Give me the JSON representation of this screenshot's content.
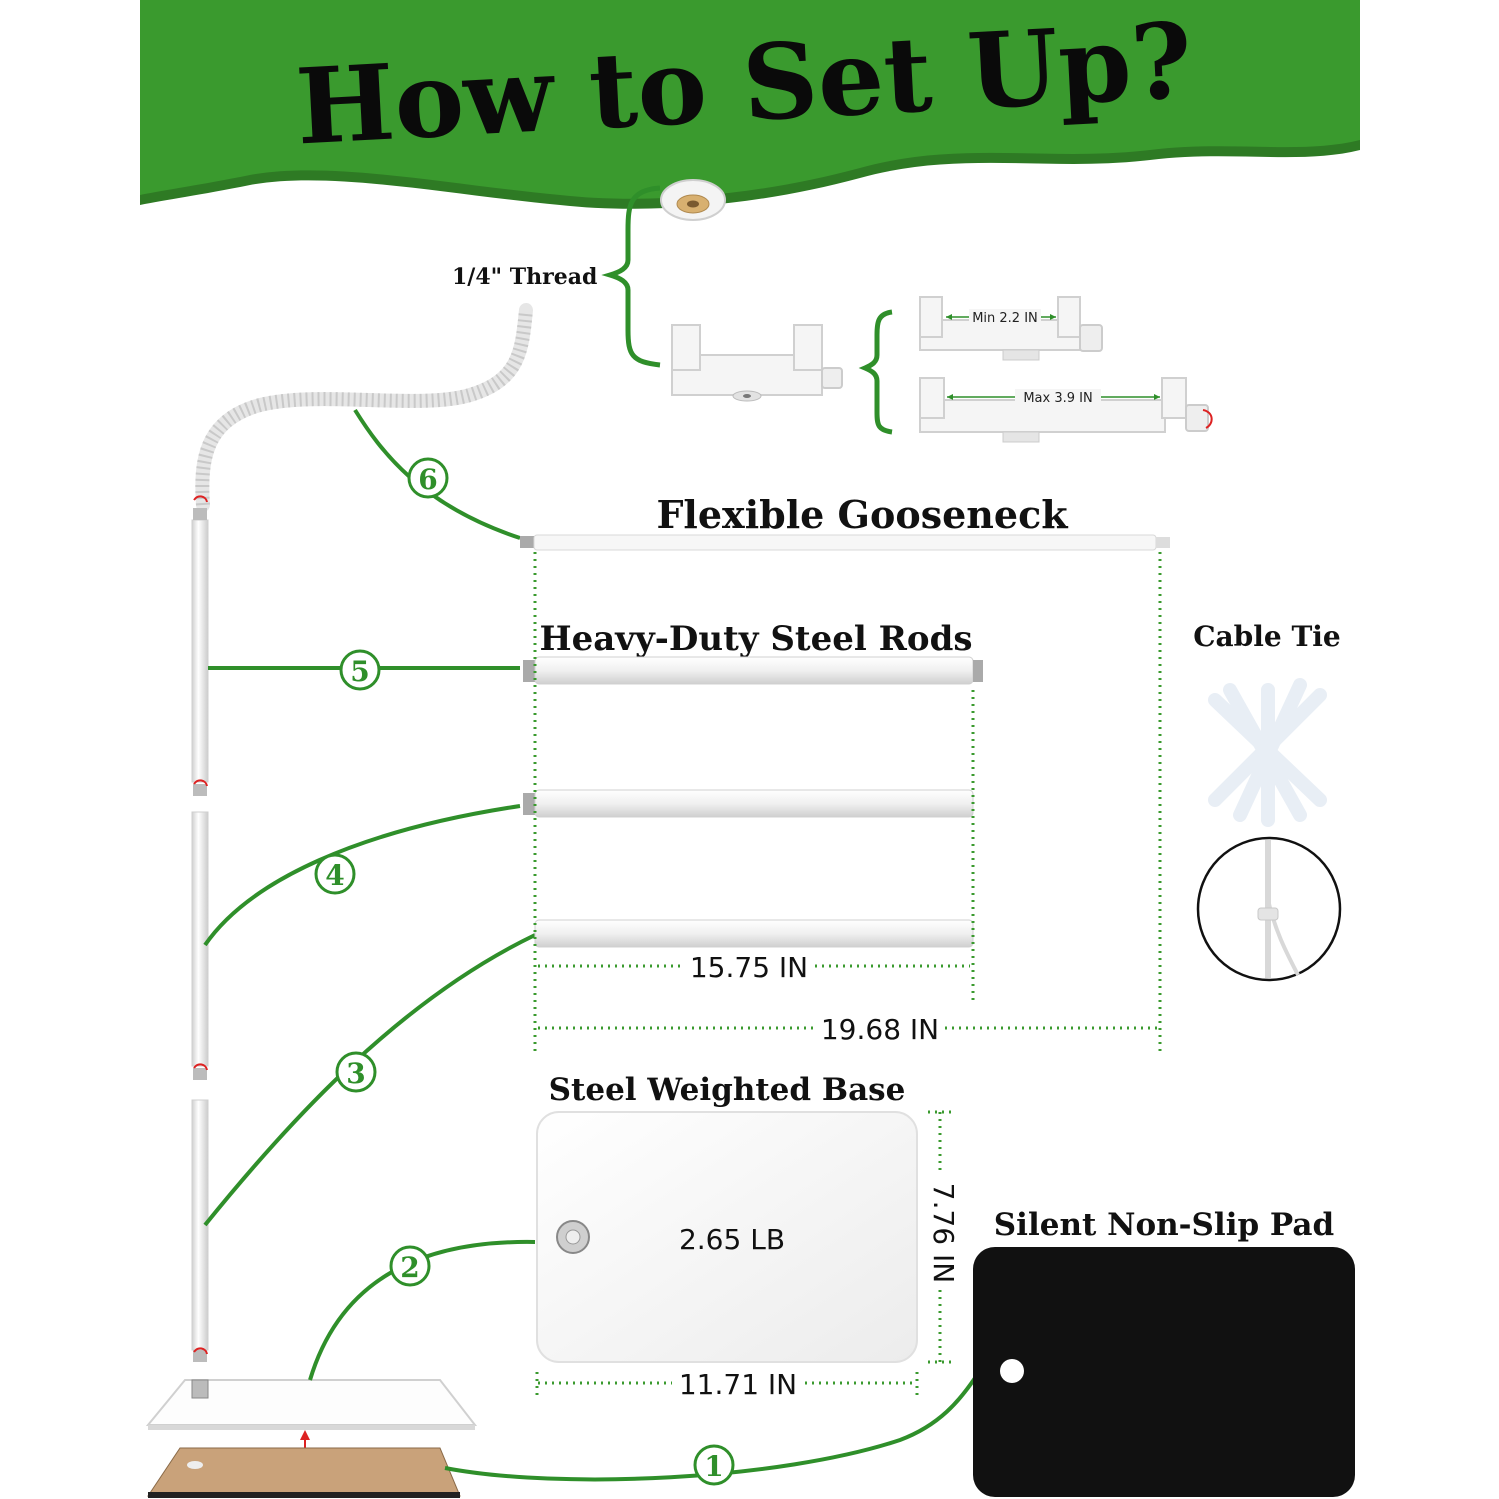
{
  "banner": {
    "title": "How to Set Up?",
    "color": "#3a9a2e",
    "shadow_color": "#2e7a24"
  },
  "labels": {
    "thread": "1/4\" Thread",
    "gooseneck": "Flexible Gooseneck",
    "steel_rods": "Heavy-Duty Steel Rods",
    "cable_tie": "Cable Tie",
    "base": "Steel Weighted Base",
    "pad": "Silent Non-Slip Pad"
  },
  "clamp": {
    "min": "Min 2.2 IN",
    "max": "Max 3.9 IN"
  },
  "dimensions": {
    "rod_length": "15.75 IN",
    "gooseneck_length": "19.68 IN",
    "base_weight": "2.65 LB",
    "base_width": "11.71 IN",
    "base_height": "7.76 IN"
  },
  "steps": [
    "①",
    "②",
    "③",
    "④",
    "⑤",
    "⑥"
  ],
  "colors": {
    "green_line": "#2f8f2a",
    "dotted": "#3a9a2e",
    "pad": "#111111",
    "rod": "#f2f2f2",
    "rod_edge": "#d6d6d6"
  },
  "icons": {
    "rotate": "rotate-arrows-icon",
    "up_arrow": "up-arrow-icon"
  }
}
